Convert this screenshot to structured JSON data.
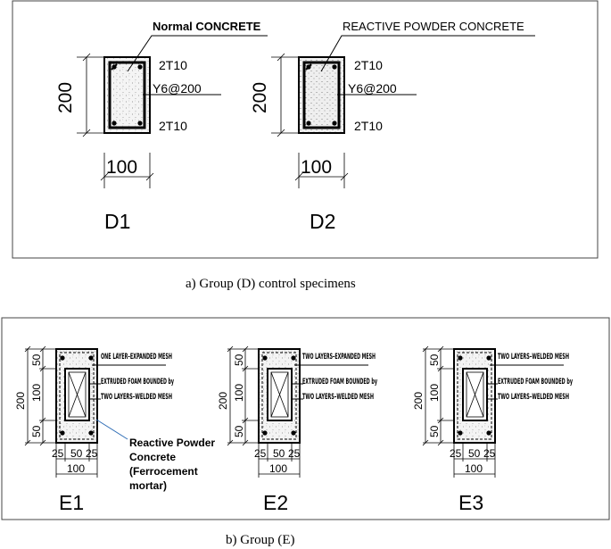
{
  "group_d": {
    "caption": "a)    Group (D) control specimens",
    "d1": {
      "material": "Normal CONCRETE",
      "top_bars": "2T10",
      "stirrups": "Y6@200",
      "bottom_bars": "2T10",
      "height": "200",
      "width": "100",
      "label": "D1"
    },
    "d2": {
      "material": "REACTIVE POWDER CONCRETE",
      "top_bars": "2T10",
      "stirrups": "Y6@200",
      "bottom_bars": "2T10",
      "height": "200",
      "width": "100",
      "label": "D2"
    }
  },
  "group_e": {
    "caption": "b)       Group (E)",
    "rpc_note": [
      "Reactive Powder",
      "Concrete",
      "(Ferrocement",
      "mortar)"
    ],
    "dims": {
      "total_height": "200",
      "top": "50",
      "middle": "100",
      "bottom": "50",
      "w_left": "25",
      "w_mid": "50",
      "w_right": "25",
      "total_width": "100"
    },
    "e1": {
      "label": "E1",
      "notes": [
        "ONE LAYER–EXPANDED MESH",
        "EXTRUDED FOAM BOUNDED by",
        "TWO LAYERS–WELDED MESH"
      ]
    },
    "e2": {
      "label": "E2",
      "notes": [
        "TWO LAYERS–EXPANDED MESH",
        "EXTRUDED FOAM BOUNDED by",
        "TWO LAYERS–WELDED MESH"
      ]
    },
    "e3": {
      "label": "E3",
      "notes": [
        "TWO LAYERS–WELDED MESH",
        "EXTRUDED FOAM BOUNDED by",
        "TWO LAYERS–WELDED MESH"
      ]
    }
  }
}
